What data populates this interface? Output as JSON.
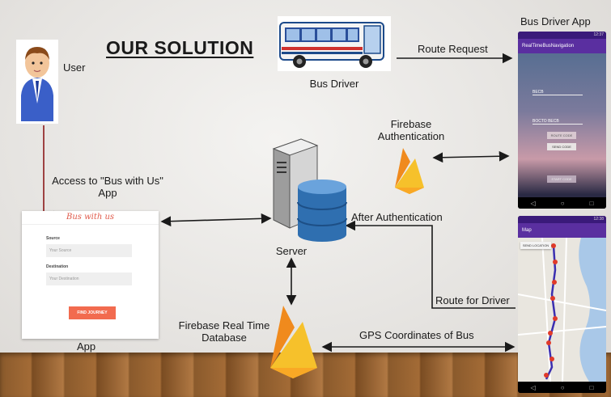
{
  "title": "OUR SOLUTION",
  "nodes": {
    "user": "User",
    "bus_driver": "Bus Driver",
    "bus_driver_app": "Bus Driver App",
    "firebase_auth": "Firebase\nAuthentication",
    "server": "Server",
    "app": "App",
    "firebase_db": "Firebase Real Time\nDatabase"
  },
  "edges": {
    "route_request": "Route Request",
    "access_app": "Access to \"Bus with Us\"\nApp",
    "after_auth": "After Authentication",
    "route_for_driver": "Route for Driver",
    "gps_coords": "GPS Coordinates of Bus"
  },
  "driver_phone": {
    "status": "12:37",
    "header": "RealTimeBusNavigation",
    "fields": [
      "BECB",
      "BOCTO BECB"
    ],
    "buttons": [
      "ROUTE CODE",
      "SEND CODE",
      "START CODE"
    ]
  },
  "map_phone": {
    "status": "12:38",
    "header": "Map",
    "button": "SEND LOCATION"
  },
  "app_mock": {
    "brand": "Bus with us",
    "source_label": "Source",
    "source_placeholder": "Your Source",
    "destination_label": "Destination",
    "destination_placeholder": "Your Destination",
    "button": "FIND JOURNEY"
  },
  "colors": {
    "firebase_yellow": "#f6c12b",
    "firebase_orange": "#f08a1d",
    "server_blue": "#2f6fb0",
    "phone_purple": "#5a2fa0",
    "app_button": "#f26b4f",
    "brand_red": "#e05a4a"
  },
  "icons": [
    "user-avatar-icon",
    "bus-icon",
    "firebase-icon",
    "server-icon",
    "database-icon"
  ]
}
